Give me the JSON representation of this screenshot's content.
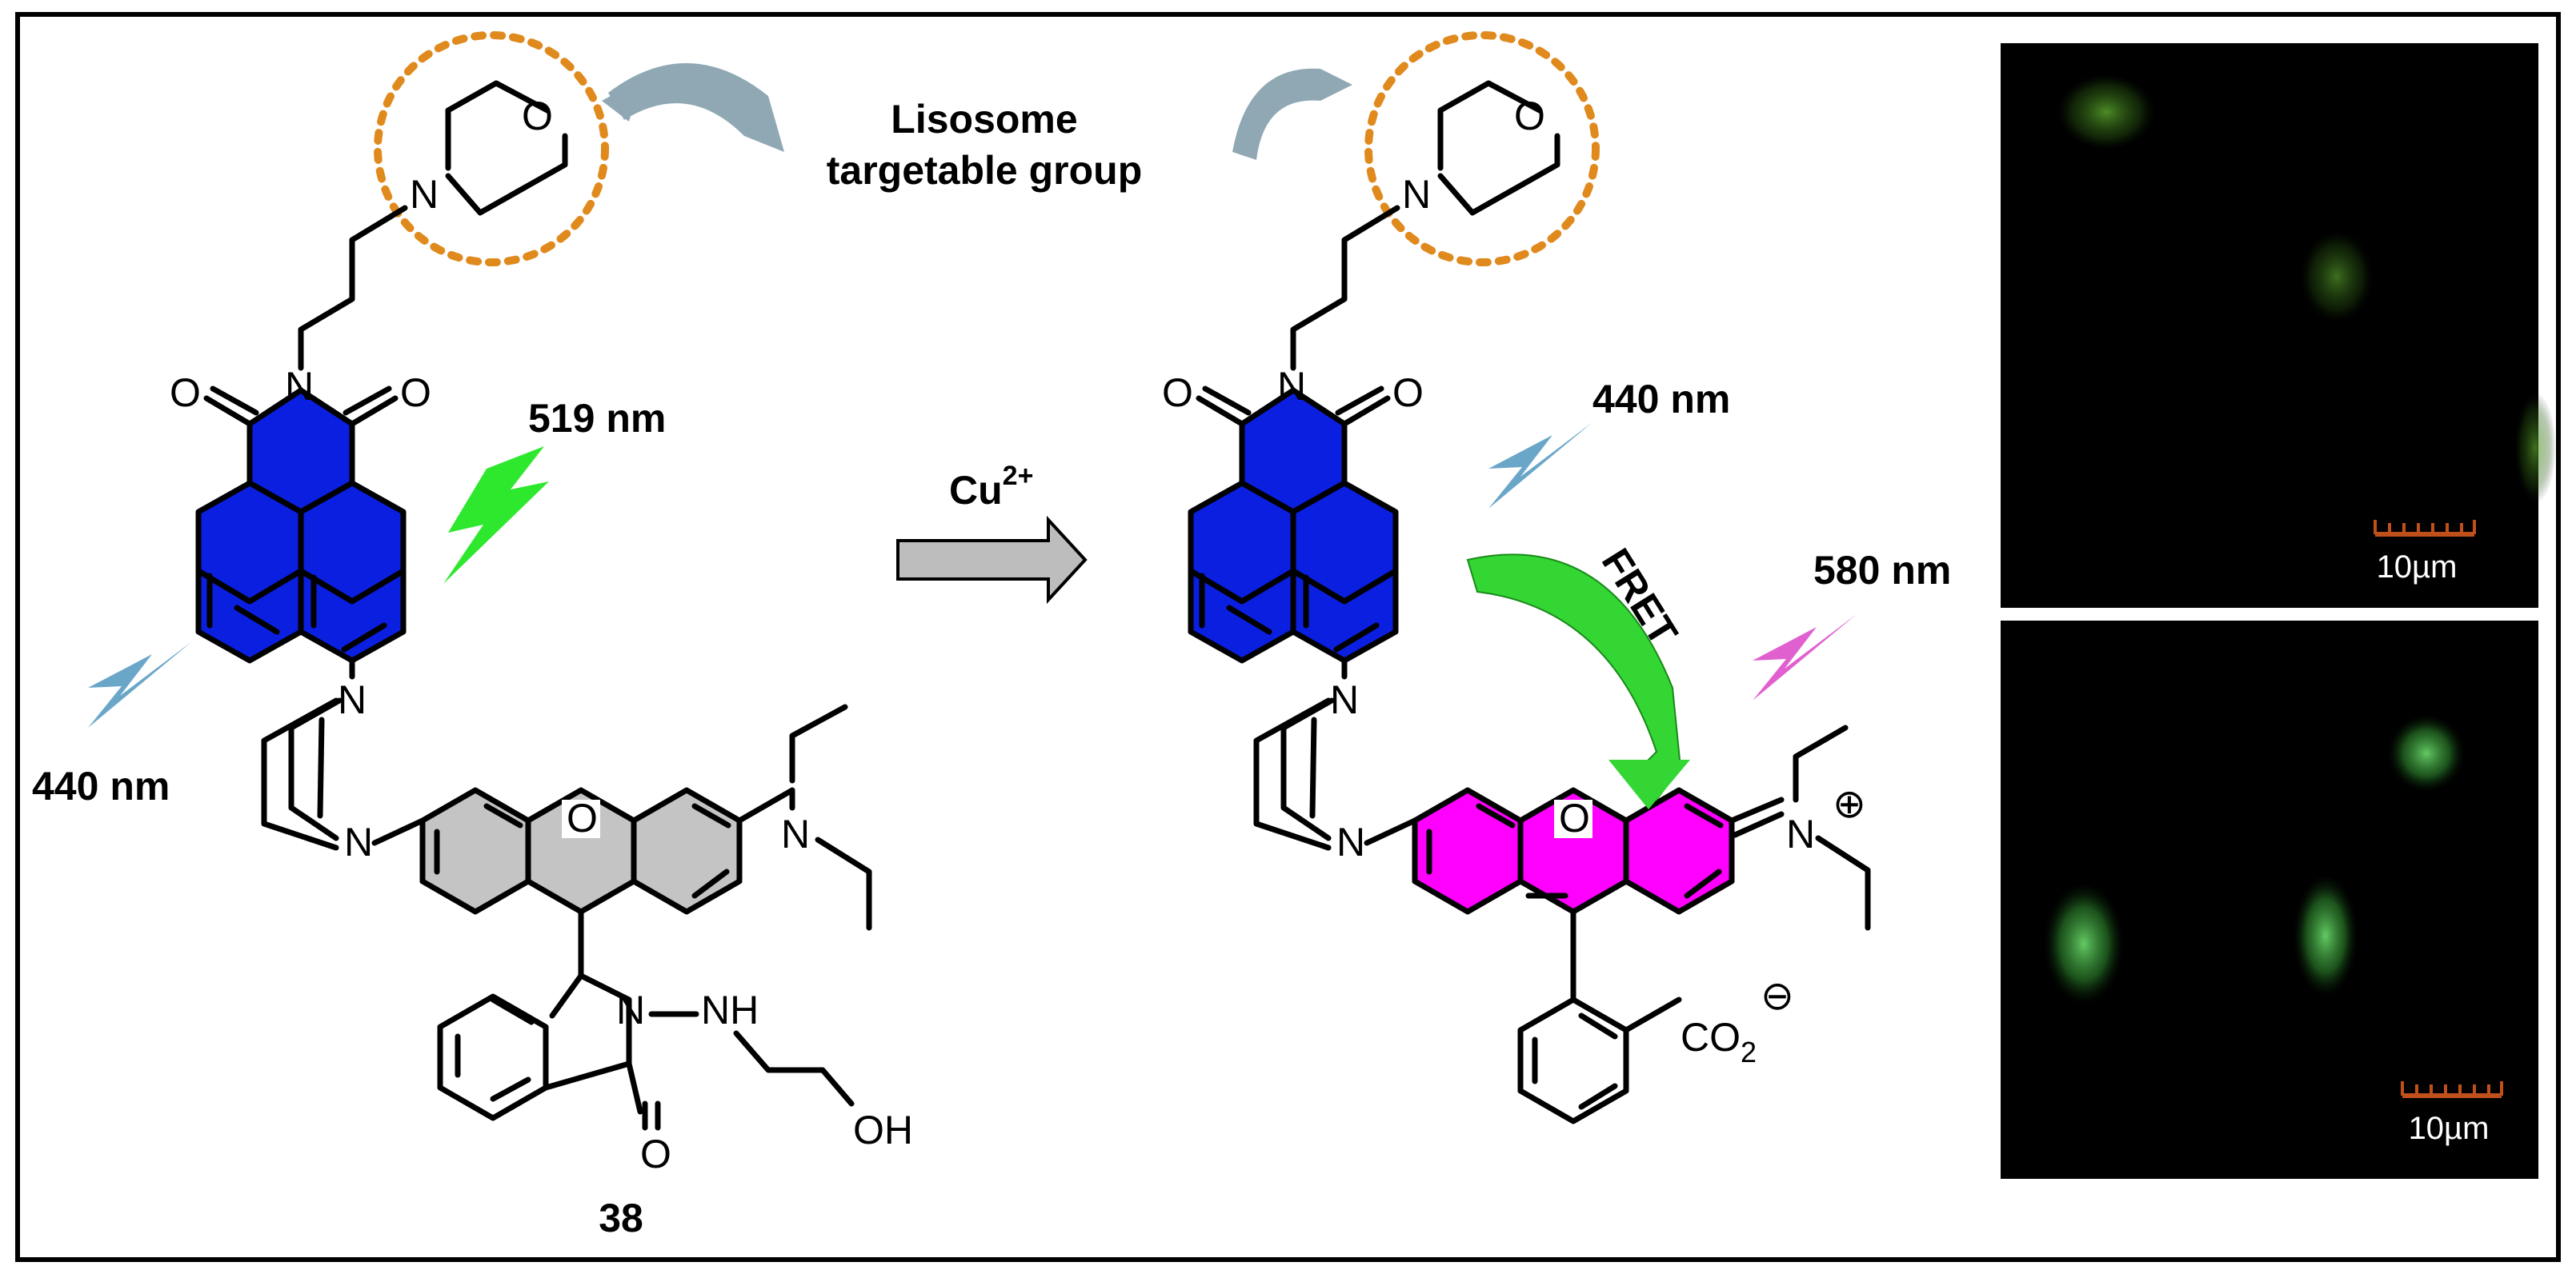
{
  "labels": {
    "group_line1": "Lisosome",
    "group_line2": "targetable group",
    "reagent": "Cu",
    "reagent_charge": "2+",
    "compound_number": "38",
    "fret": "FRET"
  },
  "wavelengths": {
    "left_excitation": "440 nm",
    "left_emission": "519 nm",
    "right_excitation": "440 nm",
    "right_emission": "580 nm"
  },
  "atoms": {
    "N": "N",
    "O": "O",
    "NH": "NH",
    "OH": "OH",
    "CO2": "CO",
    "CO2_sub": "2",
    "plus": "⊕",
    "minus": "⊖"
  },
  "micrographs": {
    "top_scale": "10µm",
    "bottom_scale": "10µm"
  },
  "colors": {
    "naphthalimide": "#0a1fe0",
    "xanthene_closed": "#c4c4c4",
    "xanthene_open": "#ff00ff",
    "dotted_circle": "#e08a1e",
    "curved_arrow": "#8fa8b4",
    "excitation_bolt": "#6aa6c8",
    "green_bolt": "#2ee82e",
    "pink_bolt": "#e060d0",
    "fret_arrow": "#33d633",
    "scale_bar": "#c0501a"
  }
}
